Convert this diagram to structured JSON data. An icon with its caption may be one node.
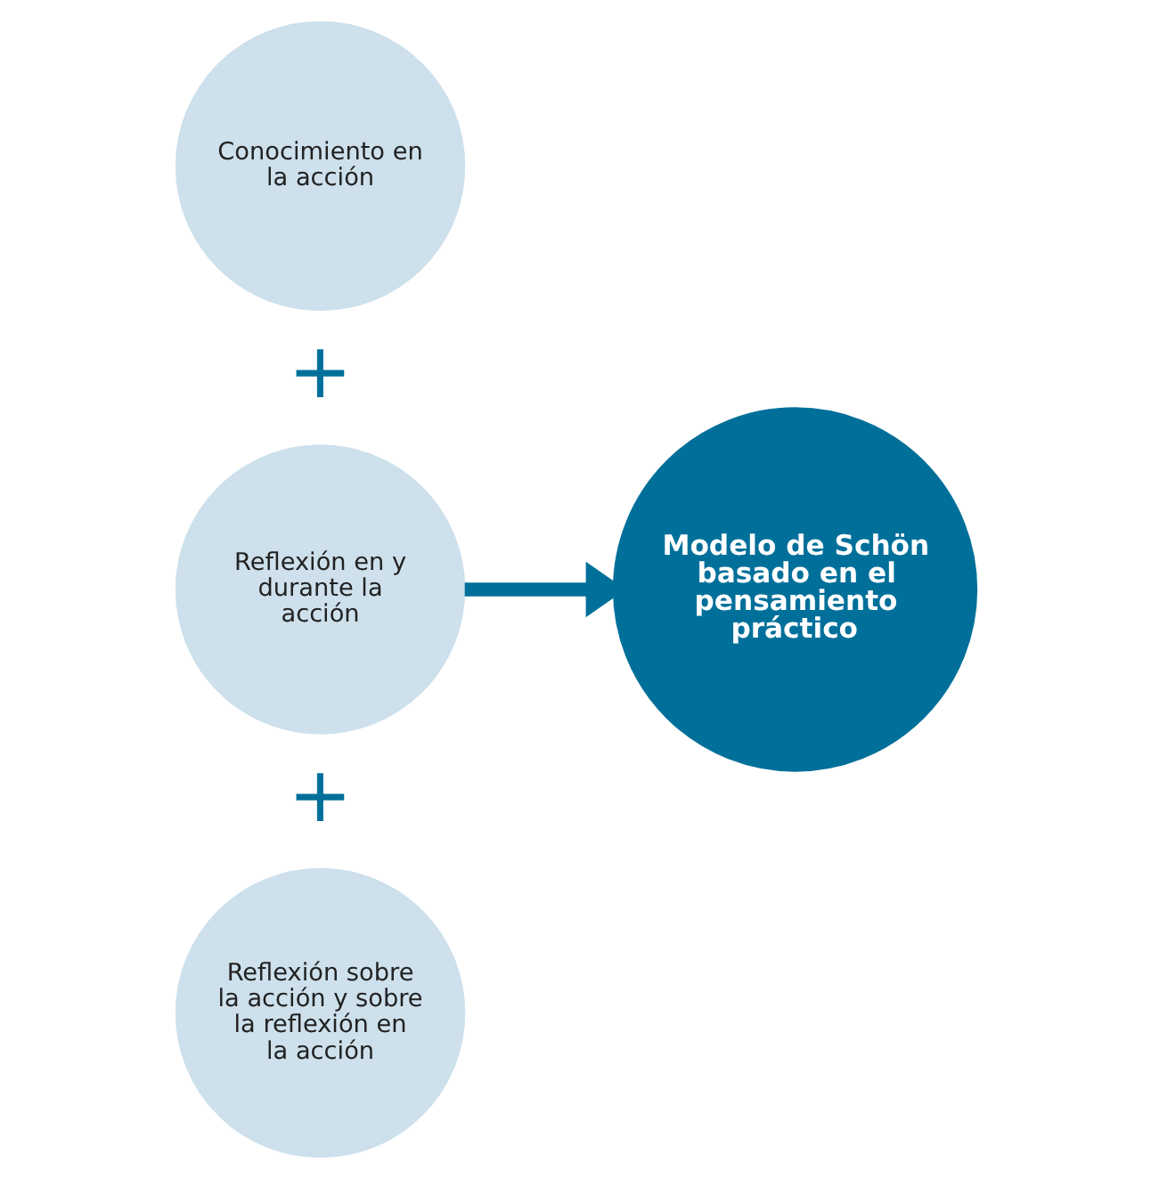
{
  "diagram": {
    "nodes": [
      {
        "text": [
          "Conocimiento en la acción"
        ]
      },
      {
        "text": [
          "Reflexión en y durante la acción"
        ]
      },
      {
        "text": [
          "Reflexión sobre la acción y sobre la reflexión en la acción"
        ]
      },
      {
        "text": [
          "Modelo de Schön basado en el pensamiento práctico"
        ]
      }
    ],
    "edges": [
      {
        "from": 1,
        "to": 3,
        "arrow": "to"
      }
    ],
    "labels": [
      "+",
      "+"
    ]
  }
}
